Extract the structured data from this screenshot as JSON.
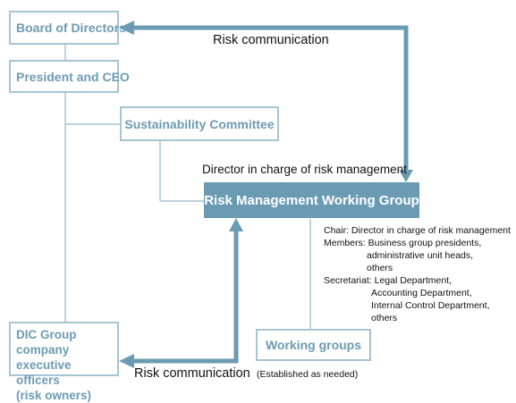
{
  "boxes": {
    "board": "Board of Directors",
    "president": "President and CEO",
    "sustainability": "Sustainability Committee",
    "rmwg": "Risk Management Working Group",
    "dic_line1": "DIC Group company",
    "dic_line2": "executive officers",
    "dic_line3": "(risk owners)",
    "working_groups": "Working groups"
  },
  "labels": {
    "risk_comm_top": "Risk communication",
    "risk_comm_bottom": "Risk communication",
    "director_label": "Director in charge of risk management",
    "established": "(Established as needed)"
  },
  "details": {
    "chair": "Chair: Director in charge of risk management",
    "members_1": "Members: Business group presidents,",
    "members_2": "administrative unit heads,",
    "members_3": "others",
    "secretariat_1": "Secretariat: Legal Department,",
    "secretariat_2": "Accounting Department,",
    "secretariat_3": "Internal Control Department,",
    "secretariat_4": "others"
  },
  "colors": {
    "box_border": "#a7c4d2",
    "box_text": "#6c9bb1",
    "dark_box": "#6a9bb3",
    "arrow": "#6a9bb3"
  }
}
